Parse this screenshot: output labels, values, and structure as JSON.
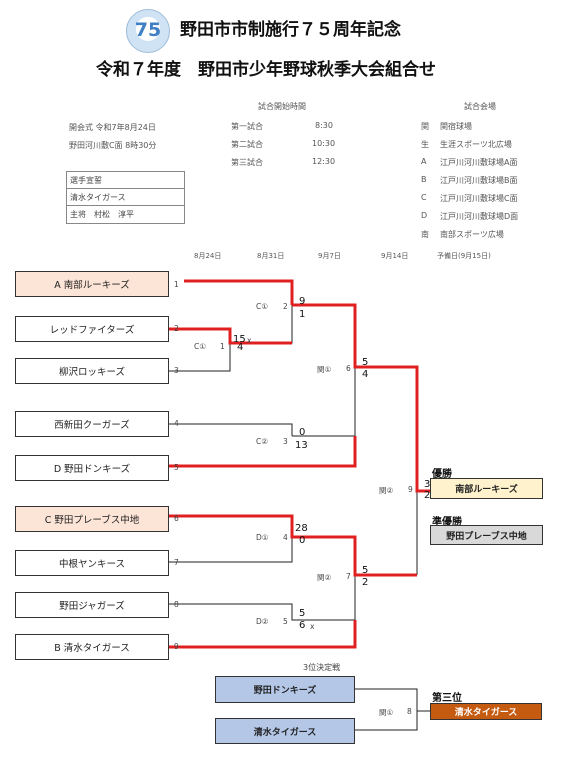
{
  "header": {
    "logo_text": "75",
    "title_main": "野田市市制施行７５周年記念",
    "title_sub": "令和７年度　野田市少年野球秋季大会組合せ"
  },
  "info": {
    "opening": "開会式 令和7年8月24日",
    "opening_place": "野田河川敷C面 8時30分",
    "schedule_header": "試合開始時間",
    "schedule": [
      {
        "game": "第一試合",
        "time": "8:30"
      },
      {
        "game": "第二試合",
        "time": "10:30"
      },
      {
        "game": "第三試合",
        "time": "12:30"
      }
    ],
    "venue_header": "試合会場",
    "venues": [
      {
        "code": "関",
        "name": "関宿球場"
      },
      {
        "code": "生",
        "name": "生涯スポーツ北広場"
      },
      {
        "code": "A",
        "name": "江戸川河川敷球場A面"
      },
      {
        "code": "B",
        "name": "江戸川河川敷球場B面"
      },
      {
        "code": "C",
        "name": "江戸川河川敷球場C面"
      },
      {
        "code": "D",
        "name": "江戸川河川敷球場D面"
      },
      {
        "code": "南",
        "name": "南部スポーツ広場"
      }
    ],
    "oath": {
      "header": "選手宣誓",
      "team": "清水タイガース",
      "captain": "主将　村松　淳平"
    }
  },
  "dates": [
    "8月24日",
    "8月31日",
    "9月7日",
    "9月14日",
    "予備日(9月15日)"
  ],
  "teams": [
    {
      "name": "A 南部ルーキーズ",
      "seed": "1"
    },
    {
      "name": "レッドファイターズ",
      "seed": "2"
    },
    {
      "name": "柳沢ロッキーズ",
      "seed": "3"
    },
    {
      "name": "西新田クーガーズ",
      "seed": "4"
    },
    {
      "name": "D 野田ドンキーズ",
      "seed": "5"
    },
    {
      "name": "C 野田プレーブス中地",
      "seed": "6"
    },
    {
      "name": "中根ヤンキース",
      "seed": "7"
    },
    {
      "name": "野田ジャガーズ",
      "seed": "8"
    },
    {
      "name": "B 清水タイガース",
      "seed": "9"
    }
  ],
  "matches": [
    {
      "label": "C①",
      "num": "1",
      "top": "15",
      "bottom": "4",
      "note": "x"
    },
    {
      "label": "C①",
      "num": "2",
      "top": "9",
      "bottom": "1"
    },
    {
      "label": "C②",
      "num": "3",
      "top": "0",
      "bottom": "13"
    },
    {
      "label": "D①",
      "num": "4",
      "top": "28",
      "bottom": "0"
    },
    {
      "label": "D②",
      "num": "5",
      "top": "5",
      "bottom": "6",
      "note": "x"
    },
    {
      "label": "関①",
      "num": "6",
      "top": "5",
      "bottom": "4"
    },
    {
      "label": "関②",
      "num": "7",
      "top": "5",
      "bottom": "2"
    },
    {
      "label": "関②",
      "num": "9",
      "top": "3",
      "bottom": "2"
    },
    {
      "label": "関①",
      "num": "8"
    }
  ],
  "results": {
    "champion_label": "優勝",
    "champion": "南部ルーキーズ",
    "runner_up_label": "準優勝",
    "runner_up": "野田プレーブス中地",
    "third_title": "3位決定戦",
    "third_team1": "野田ドンキーズ",
    "third_team2": "清水タイガース",
    "third_label": "第三位",
    "third_winner": "清水タイガース"
  },
  "colors": {
    "winner_line": "#e02020",
    "line": "#222222"
  }
}
